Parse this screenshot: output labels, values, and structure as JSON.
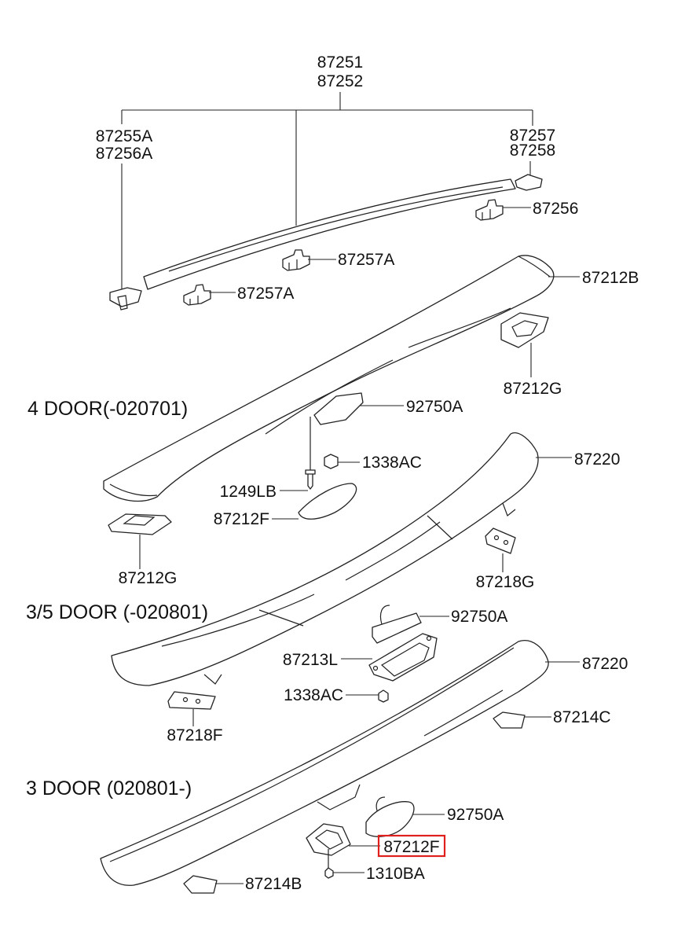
{
  "labels": {
    "top_1": "87251",
    "top_2": "87252",
    "l_87255A": "87255A",
    "l_87256A": "87256A",
    "l_87257": "87257",
    "l_87258": "87258",
    "l_87256": "87256",
    "l_87257A_a": "87257A",
    "l_87257A_b": "87257A",
    "l_87212B": "87212B",
    "l_87212G_a": "87212G",
    "l_92750A_a": "92750A",
    "l_1338AC_a": "1338AC",
    "l_1249LB": "1249LB",
    "l_87212F_a": "87212F",
    "l_87220_a": "87220",
    "l_87212G_b": "87212G",
    "l_87218G": "87218G",
    "l_92750A_b": "92750A",
    "l_87213L": "87213L",
    "l_87220_b": "87220",
    "l_1338AC_b": "1338AC",
    "l_87218F": "87218F",
    "l_87214C": "87214C",
    "l_92750A_c": "92750A",
    "l_87212F_b": "87212F",
    "l_1310BA": "1310BA",
    "l_87214B": "87214B"
  },
  "sections": {
    "four_door": "4 DOOR(-020701)",
    "three_five_door": "3/5 DOOR (-020801)",
    "three_door": "3 DOOR (020801-)"
  },
  "highlight": {
    "part": "87212F",
    "color": "#e0201c"
  }
}
